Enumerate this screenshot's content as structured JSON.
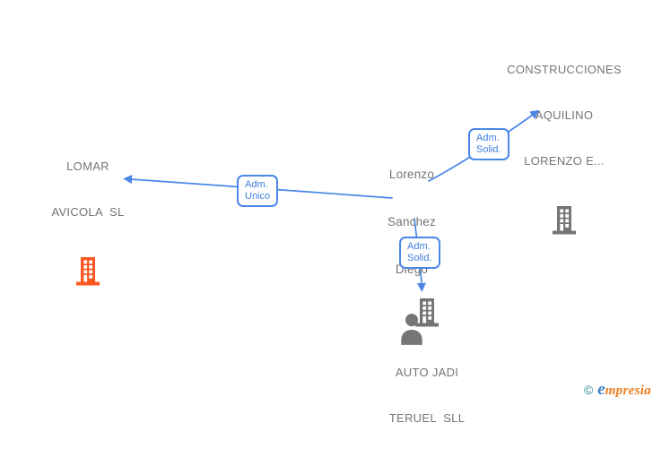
{
  "page": {
    "background": "#ffffff"
  },
  "diagram": {
    "person": {
      "name": "Lorenzo Sanchez Diego",
      "lines": [
        "Lorenzo",
        "Sanchez",
        "Diego"
      ],
      "icon": "person-icon",
      "color": "#757575"
    },
    "companies": {
      "lomar": {
        "name": "LOMAR AVICOLA SL",
        "lines": [
          "LOMAR",
          "AVICOLA  SL"
        ],
        "icon": "building-icon",
        "color": "#ff5722"
      },
      "construcciones": {
        "name": "CONSTRUCCIONES AQUILINO LORENZO E...",
        "lines": [
          "CONSTRUCCIONES",
          "AQUILINO",
          "LORENZO E..."
        ],
        "icon": "building-icon",
        "color": "#757575"
      },
      "autojadi": {
        "name": "AUTO JADI TERUEL SLL",
        "lines": [
          "AUTO JADI",
          "TERUEL  SLL"
        ],
        "icon": "building-icon",
        "color": "#757575"
      }
    },
    "edges": {
      "person_to_lomar": {
        "from": "Lorenzo Sanchez Diego",
        "to": "LOMAR AVICOLA SL",
        "label_lines": [
          "Adm.",
          "Unico"
        ]
      },
      "person_to_construcciones": {
        "from": "Lorenzo Sanchez Diego",
        "to": "CONSTRUCCIONES AQUILINO LORENZO E...",
        "label_lines": [
          "Adm.",
          "Solid."
        ]
      },
      "person_to_autojadi": {
        "from": "Lorenzo Sanchez Diego",
        "to": "AUTO JADI TERUEL SLL",
        "label_lines": [
          "Adm.",
          "Solid."
        ]
      }
    },
    "edge_color": "#4a87e8",
    "edge_label_text_color": "#3e7ee0",
    "node_text_color": "#757575"
  },
  "footer": {
    "copyright_symbol": "©",
    "brand_first_letter": "e",
    "brand_rest": "mpresia",
    "copyright_color": "#2e8b9b",
    "brand_first_color": "#3a7dbf",
    "brand_rest_color": "#ee7d1e"
  }
}
